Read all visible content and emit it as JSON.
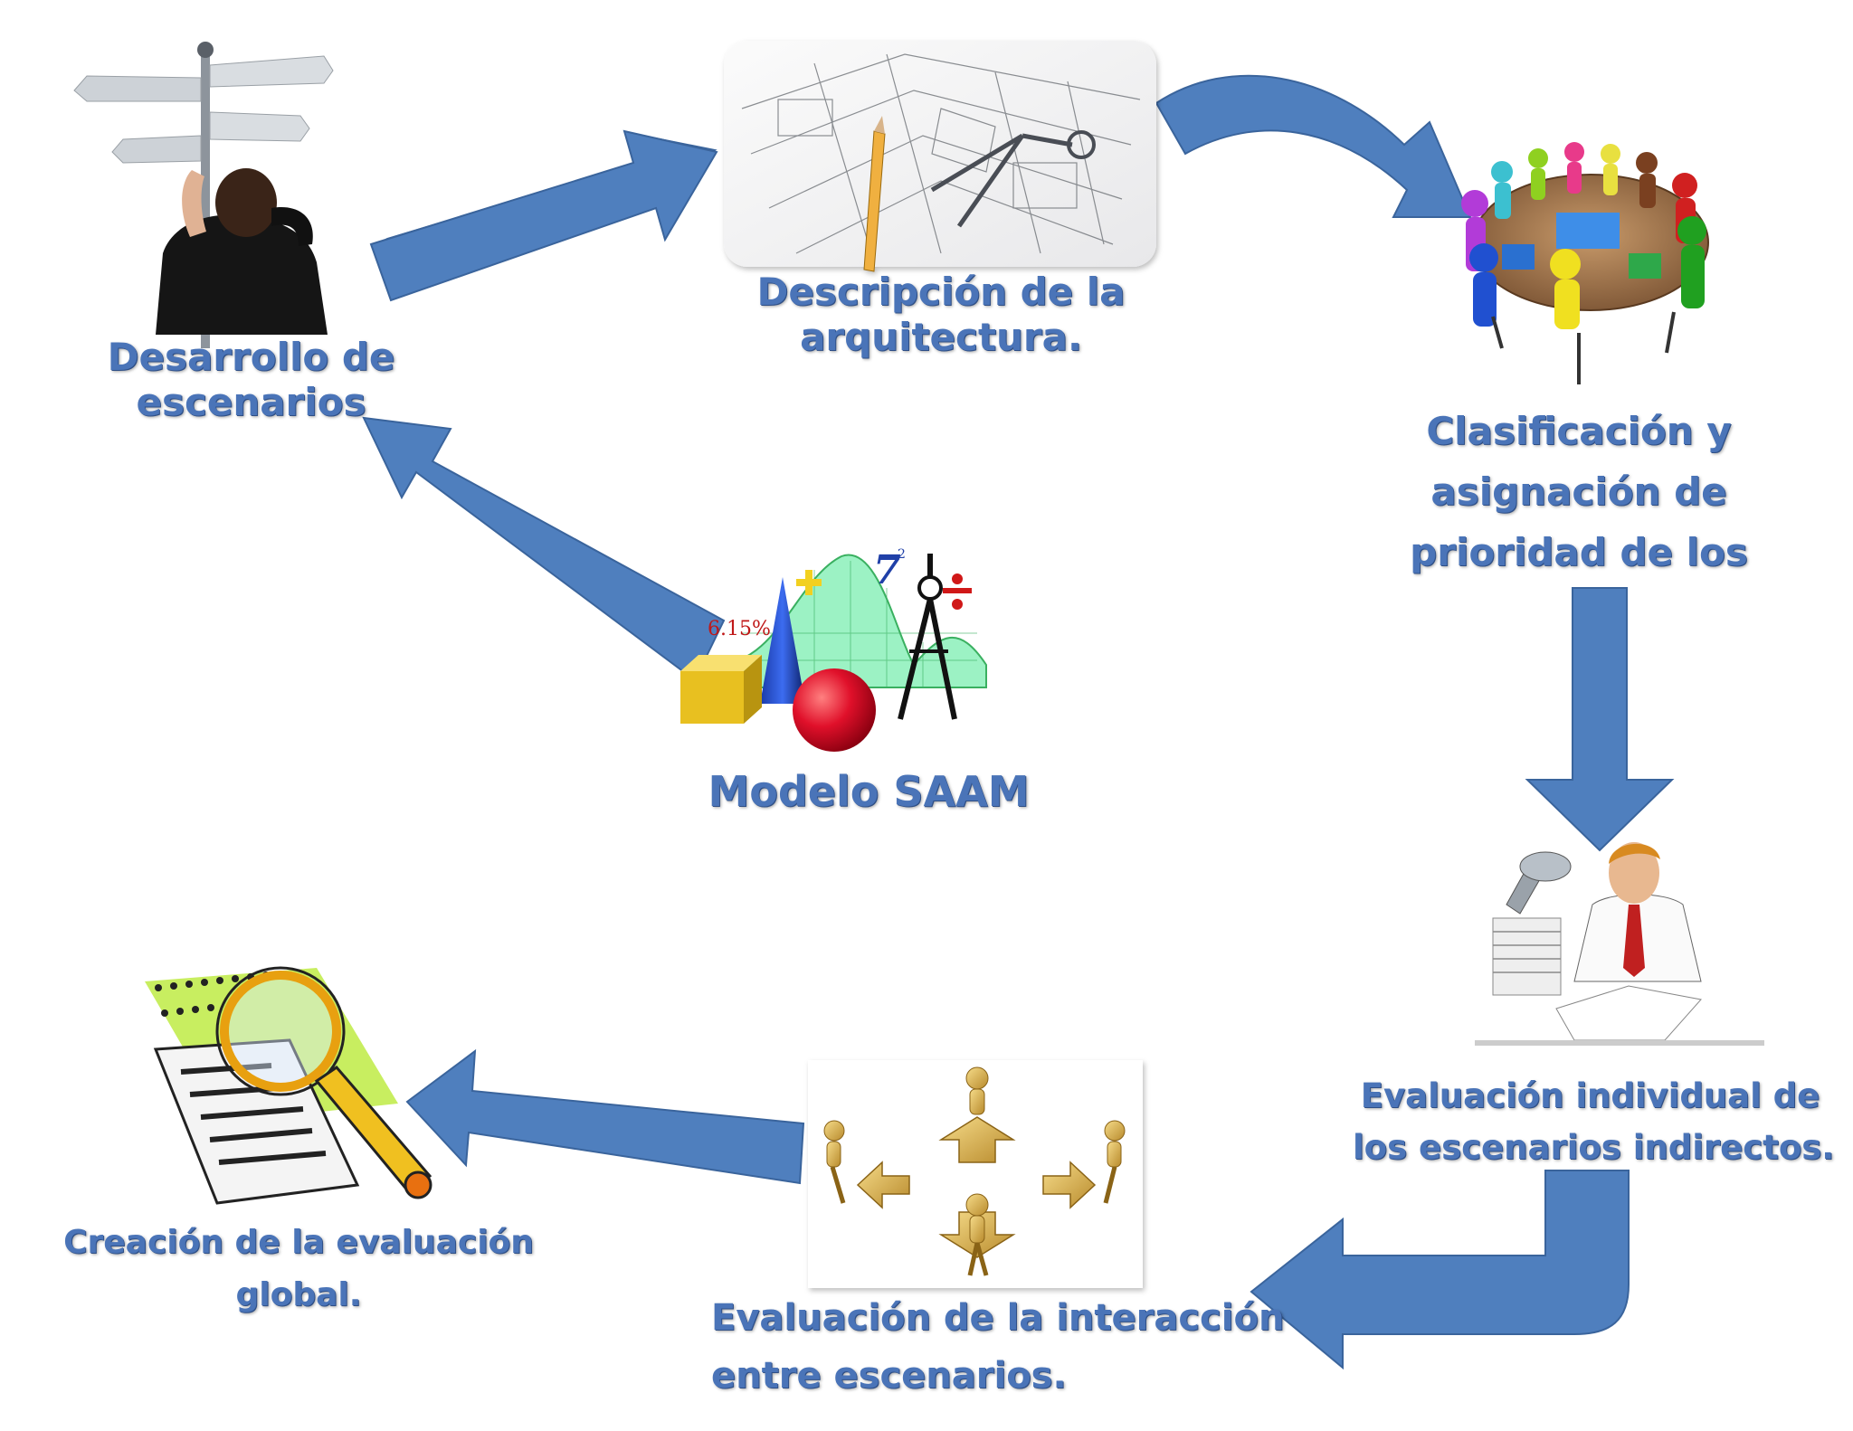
{
  "colors": {
    "arrow_fill": "#4f7fbe",
    "arrow_stroke": "#3a649c",
    "label_text": "#4a74b8"
  },
  "nodes": {
    "desarrollo": {
      "lines": [
        "Desarrollo de",
        "escenarios"
      ],
      "image": "person-at-signpost"
    },
    "descripcion": {
      "lines": [
        "Descripción de la",
        "arquitectura."
      ],
      "image": "blueprint-with-compass"
    },
    "clasificacion": {
      "lines": [
        "Clasificación y",
        "asignación de",
        "prioridad de los"
      ],
      "image": "meeting-table-figures"
    },
    "evaluacion_individual": {
      "lines": [
        "Evaluación individual de",
        "los escenarios indirectos."
      ],
      "image": "man-at-desk-with-papers"
    },
    "evaluacion_interaccion": {
      "lines": [
        "Evaluación de la interacción",
        "entre escenarios."
      ],
      "image": "golden-figures-puzzle"
    },
    "creacion": {
      "lines": [
        "Creación de la evaluación",
        "global."
      ],
      "image": "magnifier-over-document"
    },
    "modelo": {
      "lines": [
        "Modelo SAAM"
      ],
      "image": "math-shapes-clipart"
    }
  },
  "clipart_text": {
    "percent": "6.15%",
    "seven": "7"
  }
}
